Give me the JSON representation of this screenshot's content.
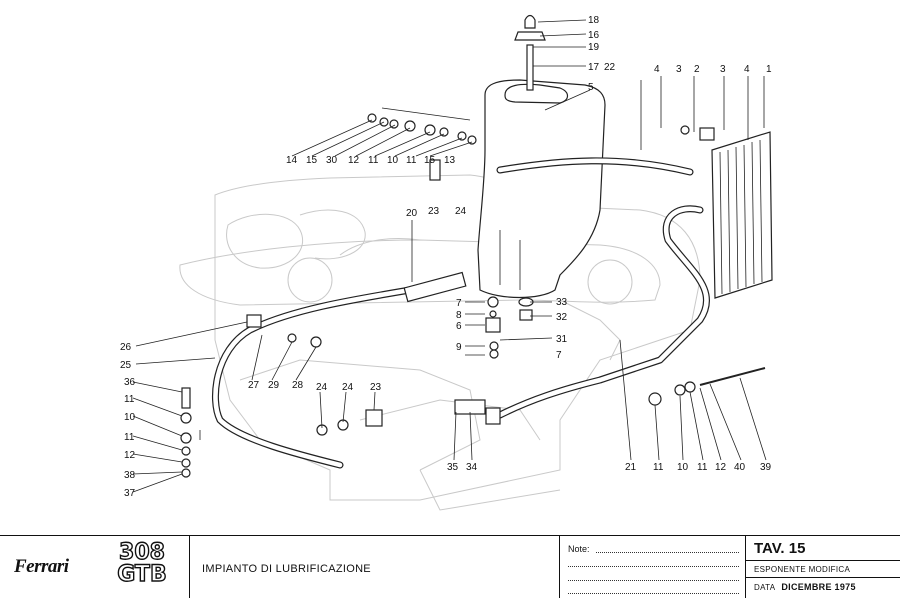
{
  "document": {
    "brand": "Ferrari",
    "model_line1": "308",
    "model_line2": "GTB",
    "title": "IMPIANTO  DI  LUBRIFICAZIONE",
    "notes_label": "Note:",
    "table_label": "TAV.  15",
    "revision_label": "ESPONENTE  MODIFICA",
    "date_label": "DATA",
    "date_value": "DICEMBRE  1975"
  },
  "callouts": {
    "c18": "18",
    "c16": "16",
    "c19": "19",
    "c17": "17",
    "c22": "22",
    "c5": "5",
    "c4a": "4",
    "c3a": "3",
    "c2": "2",
    "c3b": "3",
    "c4b": "4",
    "c1": "1",
    "c14": "14",
    "c15a": "15",
    "c30": "30",
    "c12a": "12",
    "c11a": "11",
    "c10a": "10",
    "c11b": "11",
    "c15b": "15",
    "c13": "13",
    "c23a": "23",
    "c24a": "24",
    "c20": "20",
    "c7a": "7",
    "c8": "8",
    "c6": "6",
    "c9": "9",
    "c7b": "7",
    "c33": "33",
    "c32": "32",
    "c31": "31",
    "c26": "26",
    "c25": "25",
    "c27": "27",
    "c29": "29",
    "c28": "28",
    "c36": "36",
    "c11c": "11",
    "c10b": "10",
    "c11d": "11",
    "c12b": "12",
    "c38": "38",
    "c37": "37",
    "c24b": "24",
    "c24c": "24",
    "c23b": "23",
    "c35": "35",
    "c34": "34",
    "c21": "21",
    "c11e": "11",
    "c10c": "10",
    "c11f": "11",
    "c12c": "12",
    "c40": "40",
    "c39": "39"
  }
}
